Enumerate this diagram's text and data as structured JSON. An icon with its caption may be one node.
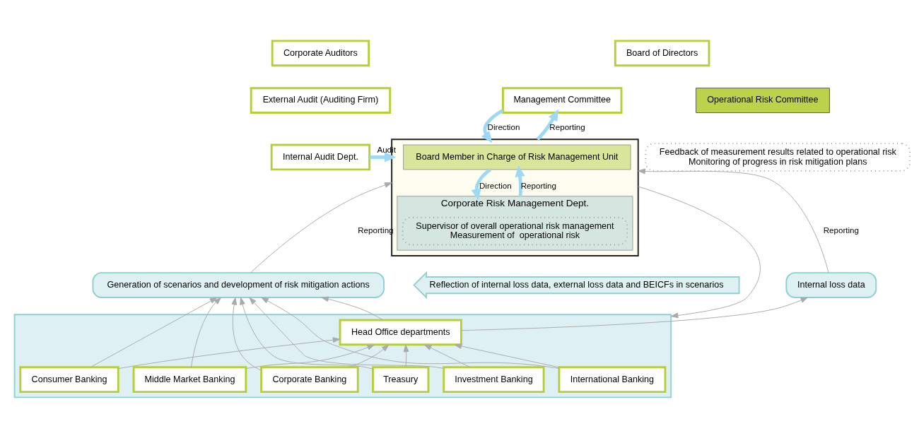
{
  "diagram": {
    "nodes": [
      {
        "text": [
          "Corporate Auditors"
        ]
      },
      {
        "text": [
          "External Audit (Auditing Firm)"
        ]
      },
      {
        "text": [
          "Internal Audit Dept."
        ]
      },
      {
        "text": [
          "Board of Directors"
        ]
      },
      {
        "text": [
          "Management Committee"
        ]
      },
      {
        "text": [
          "Operational Risk Committee"
        ]
      },
      {
        "text": [],
        "shape": "box"
      },
      {
        "text": [
          "Board Member in Charge of Risk Management Unit"
        ],
        "in": 6
      },
      {
        "text": [
          "Corporate Risk Management Dept."
        ],
        "in": 6
      },
      {
        "text": [
          "Supervisor of overall operational risk management",
          "Measurement of  operational risk"
        ],
        "in": 8
      },
      {
        "text": [
          "Feedback of measurement results related to operational risk",
          "Monitoring of progress in risk mitigation plans"
        ]
      },
      {
        "text": [
          "Generation of scenarios and development of risk mitigation actions"
        ]
      },
      {
        "text": [
          "Reflection of internal loss data, external loss data and BEICFs in scenarios"
        ]
      },
      {
        "text": [
          "Internal loss data"
        ]
      },
      {
        "text": [],
        "shape": "box"
      },
      {
        "text": [
          "Head Office departments"
        ],
        "in": 14
      },
      {
        "text": [
          "Consumer Banking"
        ],
        "in": 14
      },
      {
        "text": [
          "Middle Market Banking"
        ],
        "in": 14
      },
      {
        "text": [
          "Corporate Banking"
        ],
        "in": 14
      },
      {
        "text": [
          "Treasury"
        ],
        "in": 14
      },
      {
        "text": [
          "Investment Banking"
        ],
        "in": 14
      },
      {
        "text": [
          "International Banking"
        ],
        "in": 14
      }
    ],
    "edges": [
      {
        "from": 4,
        "to": 6,
        "arrow": "to",
        "label": "Direction",
        "style": "thick",
        "color": "#9fd8f5"
      },
      {
        "from": 6,
        "to": 4,
        "arrow": "to",
        "label": "Reporting",
        "style": "thick",
        "color": "#9fd8f5"
      },
      {
        "from": 2,
        "to": 6,
        "arrow": "to",
        "label": "Audit",
        "style": "thick",
        "color": "#9fd8f5"
      },
      {
        "from": 7,
        "to": 8,
        "arrow": "to",
        "label": "Direction",
        "style": "thick",
        "color": "#9fd8f5"
      },
      {
        "from": 8,
        "to": 7,
        "arrow": "to",
        "label": "Reporting",
        "style": "thick",
        "color": "#9fd8f5"
      },
      {
        "from": 11,
        "to": 6,
        "arrow": "to",
        "label": "Reporting"
      },
      {
        "from": 13,
        "to": 6,
        "arrow": "to",
        "label": "Reporting"
      },
      {
        "from": 16,
        "to": 11,
        "arrow": "to"
      },
      {
        "from": 17,
        "to": 11,
        "arrow": "to"
      },
      {
        "from": 18,
        "to": 11,
        "arrow": "to"
      },
      {
        "from": 19,
        "to": 11,
        "arrow": "to"
      },
      {
        "from": 20,
        "to": 11,
        "arrow": "to"
      },
      {
        "from": 21,
        "to": 11,
        "arrow": "to"
      },
      {
        "from": 16,
        "to": 15,
        "arrow": "to"
      },
      {
        "from": 17,
        "to": 15,
        "arrow": "to"
      },
      {
        "from": 18,
        "to": 15,
        "arrow": "to"
      },
      {
        "from": 19,
        "to": 15,
        "arrow": "to"
      },
      {
        "from": 20,
        "to": 15,
        "arrow": "to"
      },
      {
        "from": 21,
        "to": 15,
        "arrow": "to"
      },
      {
        "from": 15,
        "to": 11,
        "arrow": "to"
      },
      {
        "from": 15,
        "to": 13,
        "arrow": "to"
      },
      {
        "from": 6,
        "to": 14,
        "arrow": "to"
      }
    ]
  }
}
